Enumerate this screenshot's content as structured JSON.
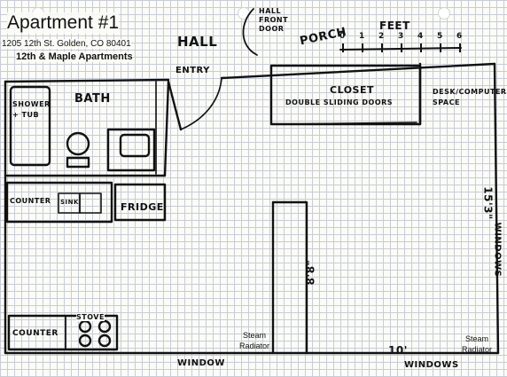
{
  "header": {
    "title": "Apartment #1",
    "address": "1205 12th St. Golden, CO 80401",
    "complex": "12th & Maple Apartments"
  },
  "labels": {
    "hall": "HALL",
    "hall_front_door": "HALL FRONT DOOR",
    "porch": "PORCH",
    "feet": "FEET",
    "entry": "ENTRY",
    "bath": "BATH",
    "shower_tub": "SHOWER + TUB",
    "closet": "CLOSET",
    "closet_doors": "DOUBLE SLIDING DOORS",
    "desk": "DESK/COMPUTER SPACE",
    "counter_top": "COUNTER",
    "sink": "SINK",
    "fridge": "FRIDGE",
    "stove": "STOVE",
    "counter_bottom": "COUNTER",
    "dim_height": "8'8\"",
    "dim_side": "15'3\"",
    "dim_width": "10'",
    "radiator_left": "Steam Radiator",
    "radiator_right": "Steam Radiator",
    "window_left": "WINDOW",
    "window_bottom": "WINDOWS",
    "window_right": "WINDOWS"
  },
  "scale": {
    "ticks": [
      "0",
      "1",
      "2",
      "3",
      "4",
      "5",
      "6"
    ]
  },
  "colors": {
    "ink": "#111111",
    "grid": "#c9ccd6",
    "paper": "#fbfbf7"
  }
}
